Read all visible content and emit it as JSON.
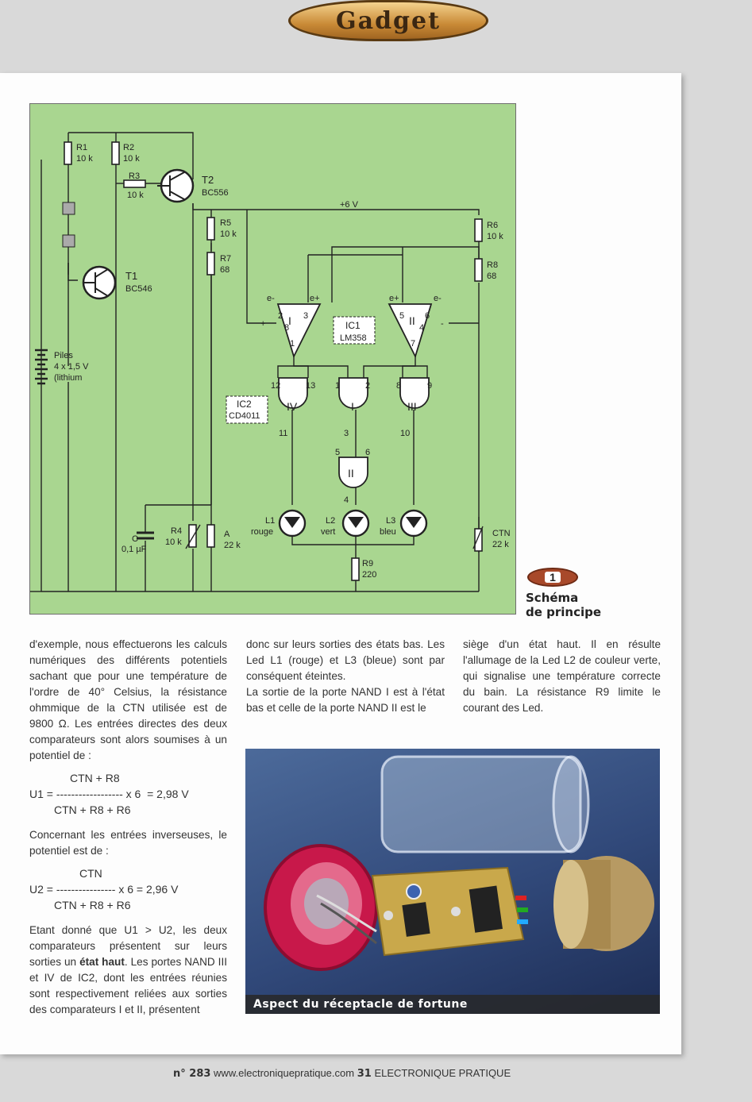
{
  "header": {
    "badge": "Gadget"
  },
  "figure": {
    "number": "1",
    "caption_line1": "Schéma",
    "caption_line2": "de principe",
    "labels": {
      "r1": "R1",
      "r1v": "10 k",
      "r2": "R2",
      "r2v": "10 k",
      "r3": "R3",
      "r3v": "10 k",
      "t2": "T2",
      "t2v": "BC556",
      "t1": "T1",
      "t1v": "BC546",
      "r5": "R5",
      "r5v": "10 k",
      "r7": "R7",
      "r7v": "68",
      "r6": "R6",
      "r6v": "10 k",
      "r8": "R8",
      "r8v": "68",
      "supply": "+6 V",
      "piles1": "Piles",
      "piles2": "4 x 1,5 V",
      "piles3": "(lithium",
      "ic1": "IC1",
      "ic1v": "LM358",
      "ic2": "IC2",
      "ic2v": "CD4011",
      "em": "e-",
      "ep": "e+",
      "plus": "+",
      "minus": "-",
      "pin1": "1",
      "pin2": "2",
      "pin3": "3",
      "pin4": "4",
      "pin5": "5",
      "pin6": "6",
      "pin7": "7",
      "pin8": "8",
      "pin9": "9",
      "pin10": "10",
      "pin11": "11",
      "pin12": "12",
      "pin13": "13",
      "gate1": "I",
      "gate2": "II",
      "gate3": "III",
      "gate4": "IV",
      "l1": "L1",
      "l1v": "rouge",
      "l2": "L2",
      "l2v": "vert",
      "l3": "L3",
      "l3v": "bleu",
      "c": "C",
      "cv": "0,1 µF",
      "r4": "R4",
      "r4v": "10 k",
      "pa": "A",
      "pav": "22 k",
      "r9": "R9",
      "r9v": "220",
      "ctn": "CTN",
      "ctnv": "22 k"
    }
  },
  "col1": {
    "p1": "d'exemple, nous effectuerons les calculs numériques des différents potentiels sachant que pour une température de l'ordre de 40° Celsius, la résistance ohmmique de la CTN utilisée est de 9800 Ω. Les entrées directes des deux comparateurs sont alors soumises à un potentiel de :",
    "f1_num": "CTN + R8",
    "f1_line": "U1 = ------------------ x 6  = 2,98 V",
    "f1_den": "CTN + R8 + R6",
    "p2": "Concernant les entrées inverseuses, le potentiel est de :",
    "f2_num": "CTN",
    "f2_line": "U2 = ---------------- x 6 = 2,96 V",
    "f2_den": "CTN + R8 + R6",
    "p3_a": "Etant donné que U1 > U2, les deux comparateurs présentent sur leurs sorties un ",
    "p3_bold": "état haut",
    "p3_b": ". Les portes NAND III et IV de IC2, dont les entrées réunies sont respectivement reliées aux sorties des comparateurs I et II, présentent"
  },
  "col2": {
    "p1": "donc sur leurs sorties des états bas. Les Led L1 (rouge) et L3 (bleue) sont par conséquent éteintes.",
    "p2": "La sortie de la porte NAND I est à l'état bas et celle de la porte NAND II est le"
  },
  "col3": {
    "p1": "siège d'un état haut. Il en résulte l'allumage de la Led L2 de couleur verte, qui signalise une température correcte du bain. La résistance R9 limite le courant des Led."
  },
  "photo": {
    "caption": "Aspect du réceptacle de fortune"
  },
  "footer": {
    "issue_prefix": "n° ",
    "issue_number": "283",
    "site": "www.electroniquepratique.com",
    "page": "31",
    "magazine": "ELECTRONIQUE PRATIQUE"
  }
}
